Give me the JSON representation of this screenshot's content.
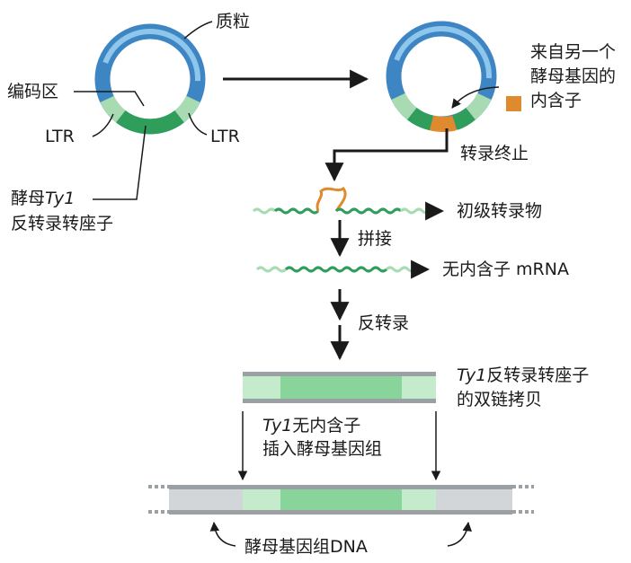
{
  "labels": {
    "plasmid": "质粒",
    "coding_region": "编码区",
    "ltr_left": "LTR",
    "ltr_right": "LTR",
    "yeast_ty1_italic": "Ty1",
    "yeast_prefix": "酵母",
    "transposon_line": "反转录转座子",
    "intron_from_line1": "来自另一个",
    "intron_from_line2": "酵母基因的",
    "intron_from_line3": "内含子",
    "transcription_stop": "转录终止",
    "primary_transcript": "初级转录物",
    "splicing": "拼接",
    "intronless_mrna": "无内含子 mRNA",
    "reverse_transcription": "反转录",
    "copy_ty1_italic": "Ty1",
    "copy_line1_rest": "反转录转座子",
    "copy_line2": "的双链拷贝",
    "insert_ty1_italic": "Ty1",
    "insert_line1_rest": "无内含子",
    "insert_line2": "插入酵母基因组",
    "genome_dna": "酵母基因组DNA"
  },
  "colors": {
    "plasmid_blue": "#4a90c8",
    "coding_green": "#2f9e5a",
    "ltr_light_green": "#a8dbb2",
    "intron_orange": "#e08a30",
    "bar_green": "#88d49a",
    "bar_light_green": "#c4ebcb",
    "genome_gray": "#d3d6d8",
    "arrow_black": "#1a1a1a"
  }
}
